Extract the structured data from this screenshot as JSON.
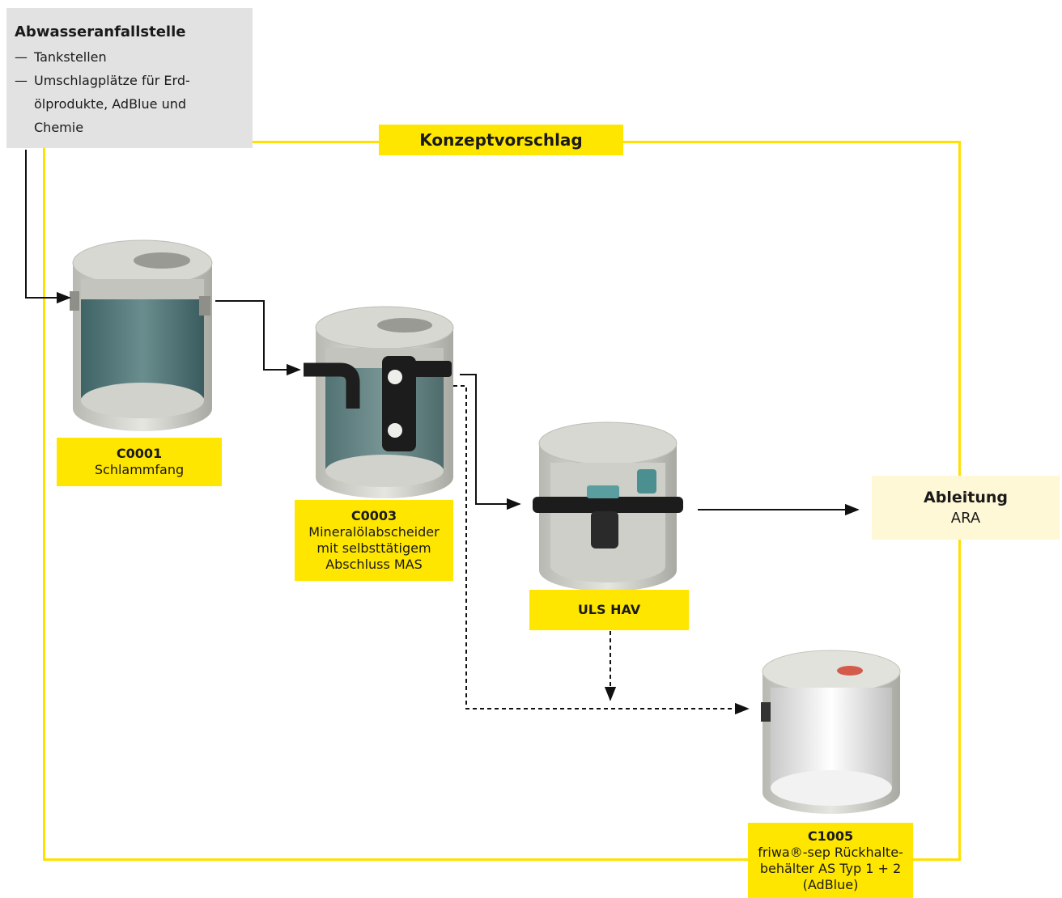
{
  "source": {
    "title": "Abwasseranfallstelle",
    "items": [
      "Tankstellen",
      "Umschlagplätze für Erd-",
      "ölprodukte, AdBlue und",
      "Chemie"
    ]
  },
  "concept_title": "Konzeptvorschlag",
  "components": {
    "c0001": {
      "code": "C0001",
      "lines": [
        "Schlammfang"
      ]
    },
    "c0003": {
      "code": "C0003",
      "lines": [
        "Mineralölabscheider",
        "mit selbsttätigem",
        "Abschluss MAS"
      ]
    },
    "uls": {
      "code": "ULS HAV"
    },
    "c1005": {
      "code": "C1005",
      "lines": [
        "friwa®-sep Rückhalte-",
        "behälter AS Typ 1 + 2",
        "(AdBlue)"
      ]
    }
  },
  "outlet": {
    "title": "Ableitung",
    "value": "ARA"
  },
  "colors": {
    "accent": "#ffe600",
    "frame": "#ffe000",
    "source_bg": "#e2e2e2",
    "outlet_bg": "#fff8d6"
  }
}
